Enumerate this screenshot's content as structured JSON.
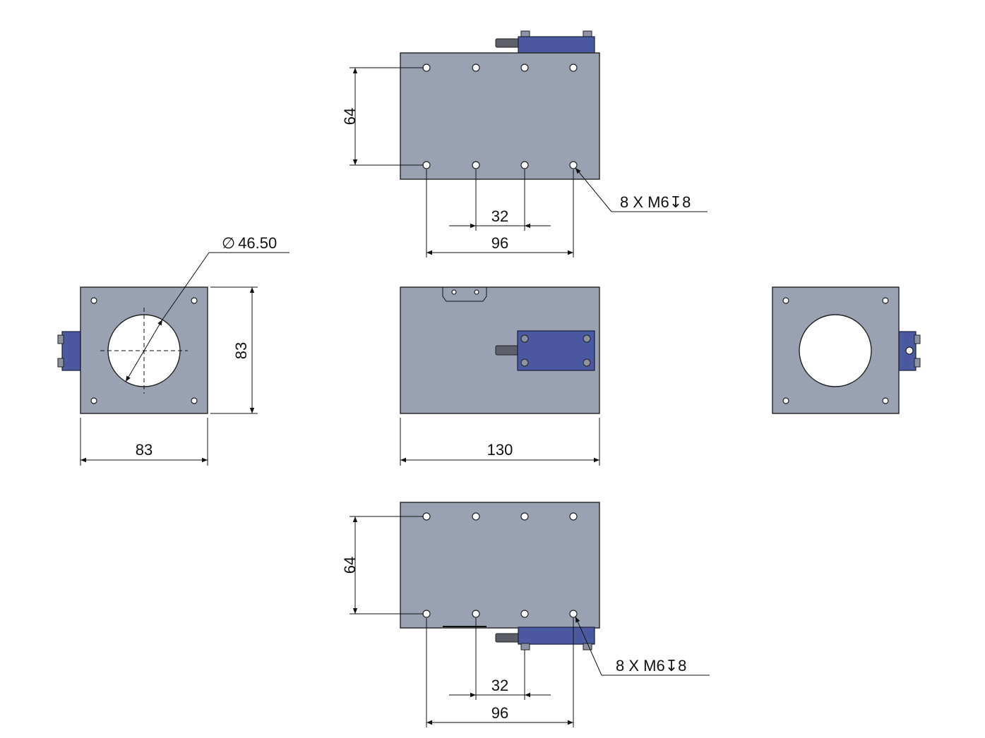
{
  "views": {
    "top": {
      "dim_height": "64",
      "dim_pitch": "32",
      "dim_span": "96",
      "hole_callout": "8 X M6",
      "hole_depth_symbol": "↧",
      "hole_depth": "8"
    },
    "left": {
      "bore_diameter_symbol": "∅",
      "bore_diameter": "46.50",
      "dim_height": "83",
      "dim_width": "83"
    },
    "front": {
      "dim_length": "130"
    },
    "bottom": {
      "dim_height": "64",
      "dim_pitch": "32",
      "dim_span": "96",
      "hole_callout": "8 X M6",
      "hole_depth_symbol": "↧",
      "hole_depth": "8"
    }
  },
  "colors": {
    "plate": "#9aa2b2",
    "clamp": "#4b5aa0",
    "outline": "#222222"
  }
}
